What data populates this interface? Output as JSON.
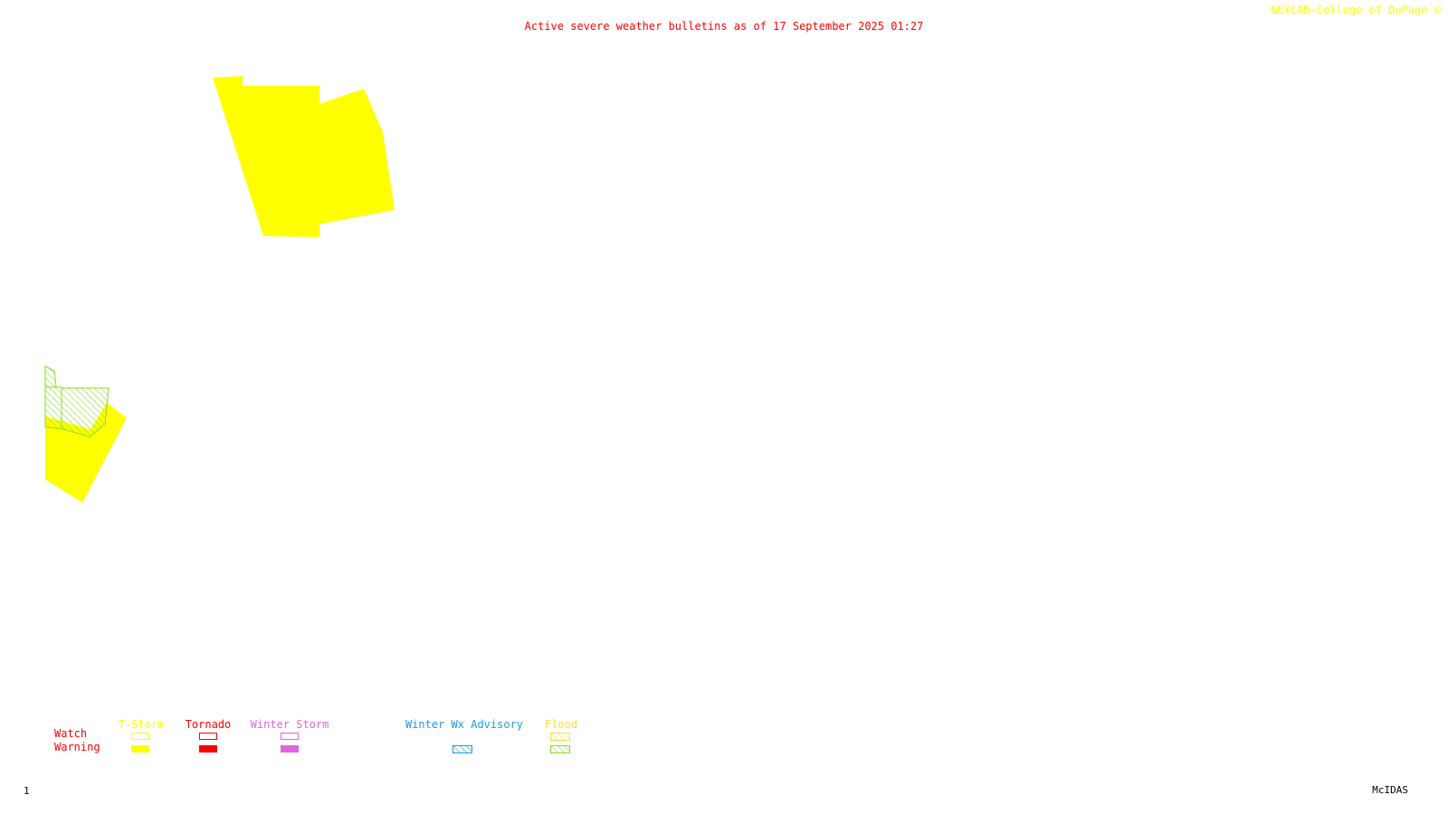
{
  "header": {
    "credit": "NEXLAB-College of DuPage ©",
    "title": "Active severe weather bulletins as of 17 September 2025 01:27"
  },
  "colors": {
    "credit": "#ffff00",
    "title": "#ff0000",
    "tstorm": "#ffff00",
    "tornado": "#ff0000",
    "winter_storm": "#dd66dd",
    "winter_adv": "#1a9be0",
    "flood_watch": "#ffdd33",
    "flood_warning": "#88dd22"
  },
  "legend": {
    "row_labels": {
      "watch": "Watch",
      "warning": "Warning"
    },
    "columns": [
      {
        "key": "tstorm",
        "label": "T-Storm",
        "watch": true,
        "warning": true
      },
      {
        "key": "tornado",
        "label": "Tornado",
        "watch": true,
        "warning": true
      },
      {
        "key": "winter_storm",
        "label": "Winter Storm",
        "watch": true,
        "warning": true
      },
      {
        "key": "winter_adv",
        "label": "Winter Wx Advisory",
        "watch": false,
        "warning": true
      },
      {
        "key": "flood",
        "label": "Flood",
        "watch": true,
        "warning": true
      }
    ]
  },
  "footer": {
    "frame_number": "1",
    "software": "McIDAS"
  },
  "map_features": [
    {
      "type": "tstorm-warning",
      "name": "north-storm-warning-west"
    },
    {
      "type": "tstorm-warning",
      "name": "north-storm-warning-east"
    },
    {
      "type": "tstorm-warning",
      "name": "southwest-storm-warning"
    },
    {
      "type": "flood-warning",
      "name": "southwest-flood-warning-a"
    },
    {
      "type": "flood-warning",
      "name": "southwest-flood-warning-b"
    },
    {
      "type": "flood-warning",
      "name": "southwest-flood-warning-c"
    }
  ]
}
